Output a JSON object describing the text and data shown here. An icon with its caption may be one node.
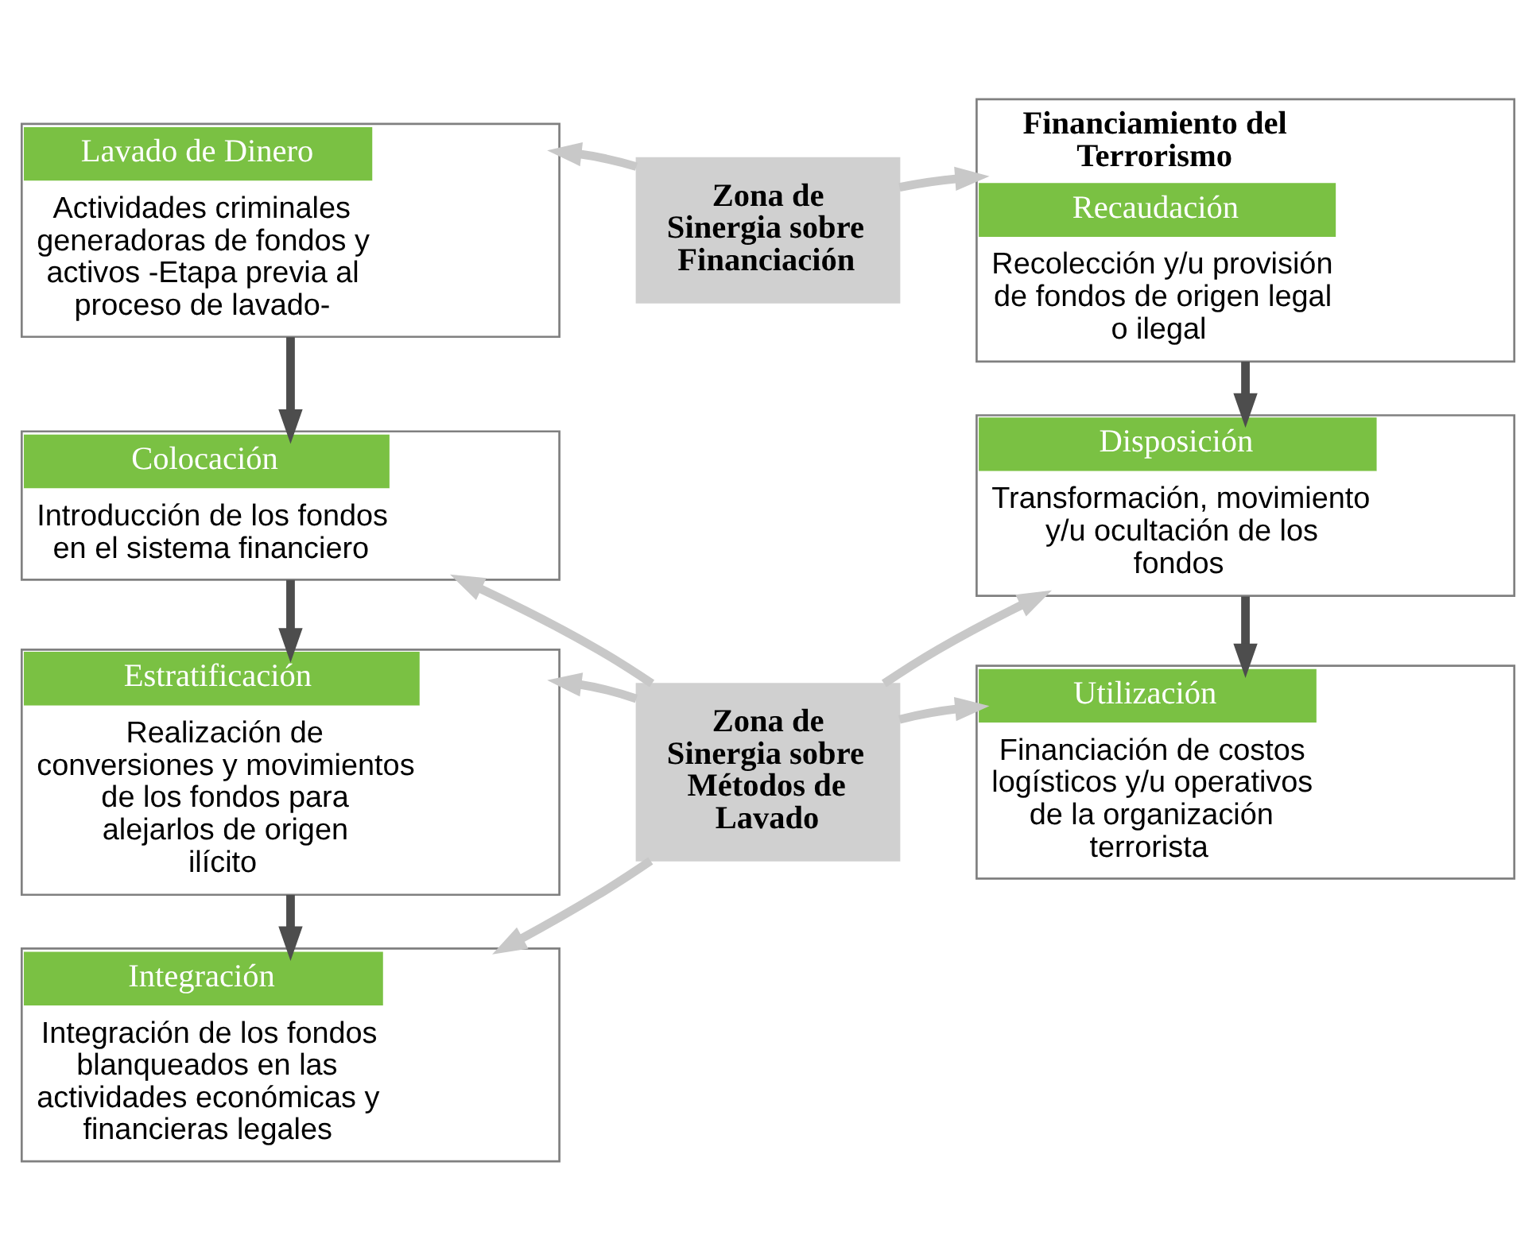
{
  "diagram": {
    "nodes": [
      {
        "text": [
          "Lavado de Dinero",
          "Actividades criminales generadoras de fondos y activos -Etapa previa al proceso de lavado-"
        ]
      },
      {
        "text": [
          "Colocación",
          "Introducción de los fondos en el sistema financiero"
        ]
      },
      {
        "text": [
          "Estratificación",
          "Realización de conversiones y movimientos de los fondos para alejarlos de origen ilícito"
        ]
      },
      {
        "text": [
          "Integración",
          "Integración de los fondos blanqueados en las actividades económicas y financieras legales"
        ]
      },
      {
        "text": [
          "Financiamiento del Terrorismo",
          "Recaudación",
          "Recolección y/u provisión de fondos de origen legal o ilegal"
        ]
      },
      {
        "text": [
          "Disposición",
          "Transformación, movimiento y/u ocultación de los fondos"
        ]
      },
      {
        "text": [
          "Utilización",
          "Financiación de costos logísticos y/u operativos de la organización terrorista"
        ]
      },
      {
        "text": [
          "Zona de Sinergia sobre Financiación"
        ]
      },
      {
        "text": [
          "Zona de Sinergia sobre Métodos de Lavado"
        ]
      }
    ],
    "edges": [
      {
        "from": 0,
        "to": 1,
        "arrow": "to",
        "color": "#4d4d4d"
      },
      {
        "from": 1,
        "to": 2,
        "arrow": "to",
        "color": "#4d4d4d"
      },
      {
        "from": 2,
        "to": 3,
        "arrow": "to",
        "color": "#4d4d4d"
      },
      {
        "from": 4,
        "to": 5,
        "arrow": "to",
        "color": "#4d4d4d"
      },
      {
        "from": 5,
        "to": 6,
        "arrow": "to",
        "color": "#4d4d4d"
      },
      {
        "from": 7,
        "to": 0,
        "arrow": "to"
      },
      {
        "from": 7,
        "to": 4,
        "arrow": "to"
      },
      {
        "from": 8,
        "to": 1,
        "arrow": "to"
      },
      {
        "from": 8,
        "to": 5,
        "arrow": "to"
      },
      {
        "from": 8,
        "to": 2,
        "arrow": "to"
      },
      {
        "from": 8,
        "to": 6,
        "arrow": "to"
      },
      {
        "from": 8,
        "to": 3,
        "arrow": "to"
      }
    ]
  }
}
